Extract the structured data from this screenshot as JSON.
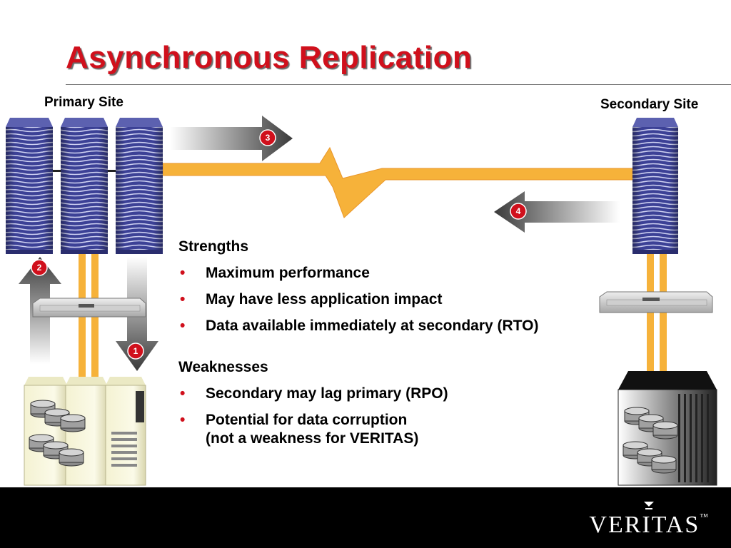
{
  "slide": {
    "title": "Asynchronous Replication",
    "primary_site_label": "Primary Site",
    "secondary_site_label": "Secondary Site"
  },
  "steps": [
    "1",
    "2",
    "3",
    "4"
  ],
  "strengths": {
    "heading": "Strengths",
    "items": [
      "Maximum performance",
      "May have less application impact",
      "Data available immediately at secondary (RTO)"
    ]
  },
  "weaknesses": {
    "heading": "Weaknesses",
    "items": [
      "Secondary may lag primary (RPO)",
      "Potential for data corruption"
    ],
    "item_2_continuation": "(not a weakness for VERITAS)"
  },
  "bullet_glyph": "•",
  "footer": {
    "logo_text": "VERITAS",
    "trademark": "™"
  },
  "colors": {
    "title_red": "#d0101c",
    "link_orange": "#f6b23a",
    "server_blue": "#4a4fa0",
    "footer_black": "#000000"
  }
}
